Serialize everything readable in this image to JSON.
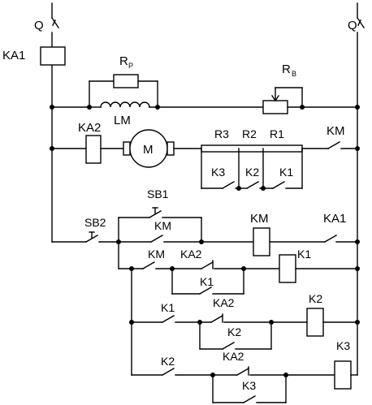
{
  "labels": {
    "q_left": "Q",
    "q_right": "Q",
    "ka1_coil": "KA1",
    "rp": "R",
    "rp_sub": "P",
    "rb": "R",
    "rb_sub": "B",
    "lm": "LM",
    "ka2_coil": "KA2",
    "motor": "M",
    "r3": "R3",
    "r2": "R2",
    "r1": "R1",
    "km_main": "KM",
    "k3_res": "K3",
    "k2_res": "K2",
    "k1_res": "K1",
    "sb1": "SB1",
    "sb2": "SB2",
    "km_hold": "KM",
    "km_coil": "KM",
    "ka1_contact": "KA1",
    "km_k1": "KM",
    "ka2_k1": "KA2",
    "k1_coil": "K1",
    "k1_hold": "K1",
    "k1_k2": "K1",
    "ka2_k2": "KA2",
    "k2_coil": "K2",
    "k2_hold": "K2",
    "k2_k3": "K2",
    "ka2_k3": "KA2",
    "k3_coil": "K3",
    "k3_hold": "K3"
  }
}
